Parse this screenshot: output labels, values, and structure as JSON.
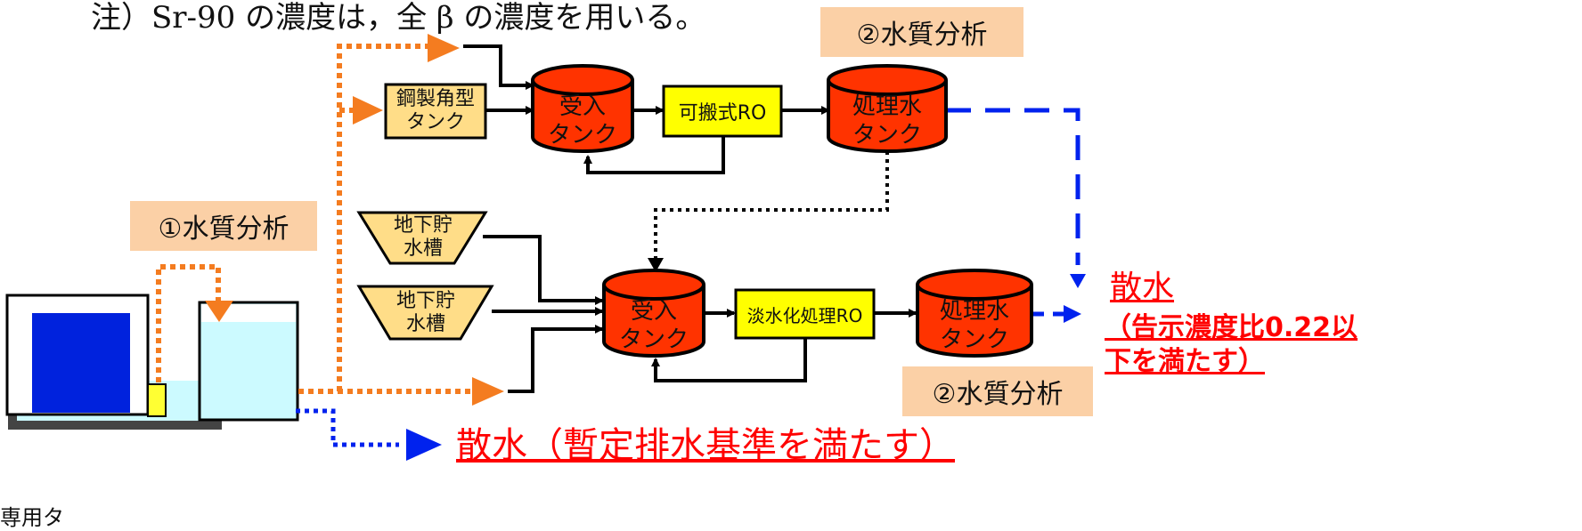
{
  "header_note": "注）Sr-90 の濃度は，全 β の濃度を用いる。",
  "labels": {
    "analysis_1": "①水質分析",
    "analysis_2_top": "②水質分析",
    "analysis_2_bottom": "②水質分析",
    "steel_tank": "鋼製角型\nタンク",
    "receive_tank_top": "受入\nタンク",
    "portable_ro": "可搬式RO",
    "treated_tank_top": "処理水\nタンク",
    "underground_1": "地下貯\n水槽",
    "underground_2": "地下貯\n水槽",
    "receive_tank_bottom": "受入\nタンク",
    "desalination_ro": "淡水化処理RO",
    "treated_tank_bottom": "処理水\nタンク"
  },
  "outputs": {
    "spray_right_title": "散水",
    "spray_right_condition": "（告示濃度比0.22以下を満たす）",
    "spray_bottom": "散水（暫定排水基準を満たす）"
  },
  "footer_text": "専用タ",
  "colors": {
    "tank_fill": "#ff3300",
    "box_fill_steel": "#ffdd88",
    "box_fill_ro": "#ffff00",
    "peach": "#fbd0a6",
    "orange_flow": "#f47c20",
    "blue_flow": "#0022ee",
    "spray_red": "#ff0000",
    "pool_blue": "#0022dd",
    "light_cyan": "#ccfaff"
  }
}
